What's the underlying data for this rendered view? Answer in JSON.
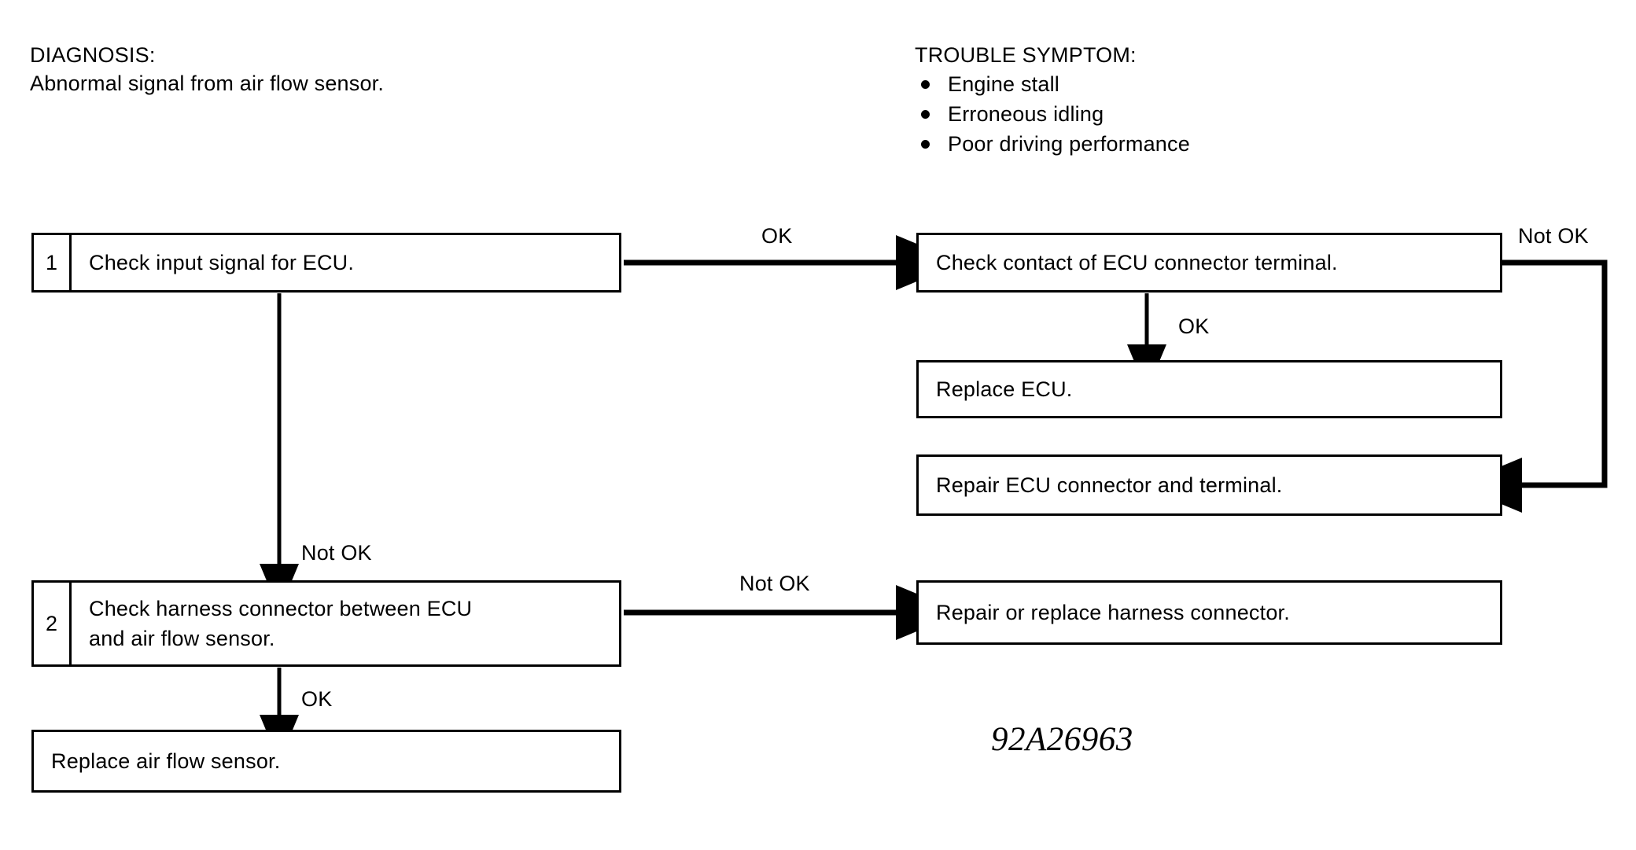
{
  "document": {
    "type": "automotive-diagnostic-flowchart",
    "reference_code": "92A26963"
  },
  "diagnosis": {
    "heading": "DIAGNOSIS:",
    "text": "Abnormal signal from air flow sensor."
  },
  "trouble_symptom": {
    "heading": "TROUBLE SYMPTOM:",
    "items": [
      {
        "label": "Engine stall"
      },
      {
        "label": "Erroneous idling"
      },
      {
        "label": "Poor driving performance"
      }
    ]
  },
  "flowchart": {
    "type": "flowchart",
    "boxes": [
      {
        "id": "step-1",
        "number": "1",
        "line1": "Check input signal for ECU.",
        "line2": ""
      },
      {
        "id": "step-2",
        "number": "2",
        "line1": "Check harness connector between ECU",
        "line2": "and air flow sensor."
      },
      {
        "id": "replace-air-flow",
        "number": "",
        "line1": "Replace air flow sensor.",
        "line2": ""
      },
      {
        "id": "check-ecu-connector",
        "number": "",
        "line1": "Check contact of ECU connector terminal.",
        "line2": ""
      },
      {
        "id": "replace-ecu",
        "number": "",
        "line1": "Replace ECU.",
        "line2": ""
      },
      {
        "id": "repair-ecu-connector",
        "number": "",
        "line1": "Repair ECU connector and terminal.",
        "line2": ""
      },
      {
        "id": "repair-harness",
        "number": "",
        "line1": "Repair or replace harness connector.",
        "line2": ""
      }
    ],
    "edges": [
      {
        "id": "e1",
        "from": "step-1",
        "to": "check-ecu-connector",
        "label": "OK",
        "direction": "right"
      },
      {
        "id": "e2",
        "from": "check-ecu-connector",
        "to": "repair-ecu-connector",
        "label": "Not OK",
        "direction": "right-down-left"
      },
      {
        "id": "e3",
        "from": "check-ecu-connector",
        "to": "replace-ecu",
        "label": "OK",
        "direction": "down"
      },
      {
        "id": "e4",
        "from": "step-1",
        "to": "step-2",
        "label": "Not OK",
        "direction": "down"
      },
      {
        "id": "e5",
        "from": "step-2",
        "to": "repair-harness",
        "label": "Not OK",
        "direction": "right"
      },
      {
        "id": "e6",
        "from": "step-2",
        "to": "replace-air-flow",
        "label": "OK",
        "direction": "down"
      }
    ]
  },
  "colors": {
    "ink": "#000000",
    "paper": "#ffffff"
  }
}
